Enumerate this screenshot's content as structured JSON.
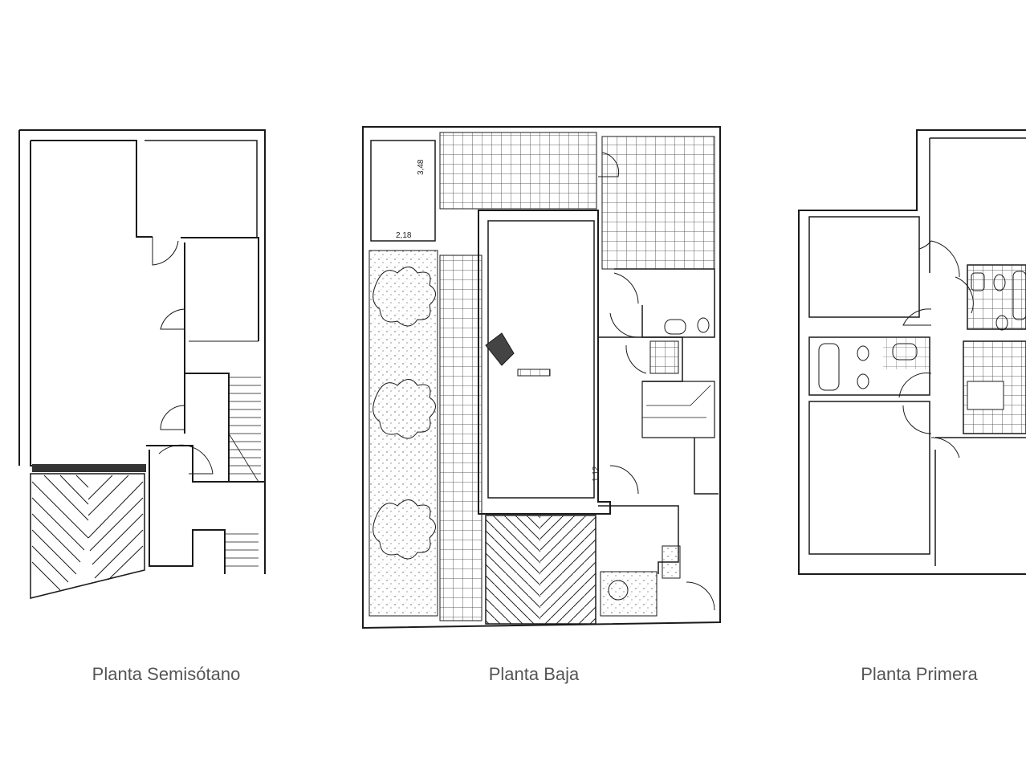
{
  "colors": {
    "line": "#1a1a1a",
    "caption": "#555555",
    "background": "#ffffff"
  },
  "plans": [
    {
      "id": "semisotano",
      "caption": "Planta Semisótano"
    },
    {
      "id": "baja",
      "caption": "Planta Baja",
      "dimensions": [
        "3,48",
        "2,18",
        "1,12"
      ]
    },
    {
      "id": "primera",
      "caption": "Planta Primera"
    }
  ]
}
